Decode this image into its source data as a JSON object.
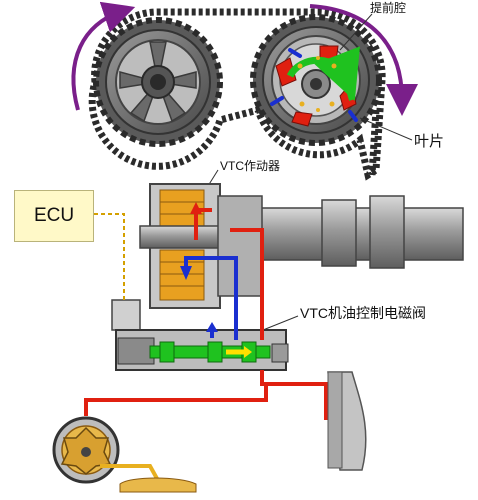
{
  "labels": {
    "advance_chamber": "提前腔",
    "vane": "叶片",
    "vtc_actuator": "VTC作动器",
    "ecu": "ECU",
    "solenoid_valve": "VTC机油控制电磁阀"
  },
  "colors": {
    "oil_pressure": "#e02010",
    "oil_return": "#1a2fd0",
    "rotation_arrow": "#7a1f8a",
    "vane_arrow": "#1fc21f",
    "ecu_fill": "#fff9c8",
    "metal": "#8c8c8c"
  }
}
